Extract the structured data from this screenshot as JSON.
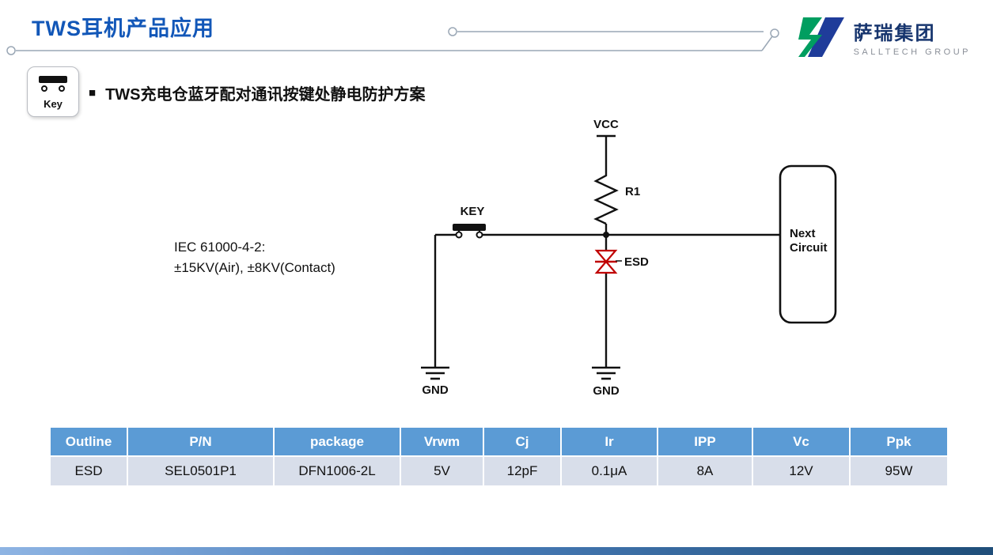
{
  "header": {
    "title": "TWS耳机产品应用",
    "logo": {
      "name": "萨瑞集团",
      "subtitle": "SALLTECH GROUP"
    }
  },
  "section": {
    "bullet": "■",
    "heading": "TWS充电仓蓝牙配对通讯按键处静电防护方案",
    "key_badge_label": "Key"
  },
  "circuit": {
    "vcc_label": "VCC",
    "r1_label": "R1",
    "key_label": "KEY",
    "esd_label": "ESD",
    "gnd_left_label": "GND",
    "gnd_right_label": "GND",
    "next_circuit_line1": "Next",
    "next_circuit_line2": "Circuit",
    "iec_line1": "IEC 61000-4-2:",
    "iec_line2": "±15KV(Air), ±8KV(Contact)"
  },
  "table": {
    "headers": [
      "Outline",
      "P/N",
      "package",
      "Vrwm",
      "Cj",
      "Ir",
      "IPP",
      "Vc",
      "Ppk"
    ],
    "rows": [
      [
        "ESD",
        "SEL0501P1",
        "DFN1006-2L",
        "5V",
        "12pF",
        "0.1μA",
        "8A",
        "12V",
        "95W"
      ]
    ]
  },
  "colors": {
    "accent_blue": "#1257B8",
    "table_header_bg": "#5B9BD5",
    "table_row_bg": "#D8DEEA",
    "esd_red": "#C00000",
    "logo_green": "#009E60",
    "logo_navy": "#1F3C9A",
    "footer_gradient_start": "#8EB4E3",
    "footer_gradient_end": "#1F4E79"
  }
}
